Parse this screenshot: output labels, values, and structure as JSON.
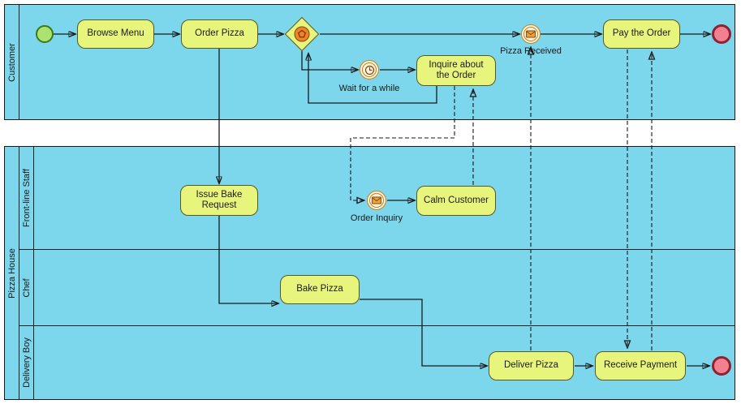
{
  "pools": {
    "customer": "Customer",
    "pizza_house": "Pizza House"
  },
  "lanes": {
    "front_line_staff": "Front-line Staff",
    "chef": "Chef",
    "delivery_boy": "Delivery Boy"
  },
  "tasks": {
    "browse_menu": "Browse Menu",
    "order_pizza": "Order Pizza",
    "pay_the_order": "Pay the Order",
    "inquire_about_the_order": "Inquire about the Order",
    "issue_bake_request": "Issue Bake Request",
    "calm_customer": "Calm Customer",
    "bake_pizza": "Bake Pizza",
    "deliver_pizza": "Deliver Pizza",
    "receive_payment": "Receive Payment"
  },
  "event_labels": {
    "pizza_received": "Pizza Received",
    "wait_for_a_while": "Wait for a while",
    "order_inquiry": "Order Inquiry"
  },
  "icons": {
    "event_gateway": "pentagon-in-circle-icon",
    "timer": "clock-icon",
    "message": "envelope-icon"
  },
  "colors": {
    "pool_fill": "#7cd6ec",
    "pool_border": "#1a1a1a",
    "task_fill": "#e8f57d",
    "task_border": "#565a22",
    "start_fill": "#abe272",
    "start_border": "#3c7a14",
    "end_fill": "#f2808f",
    "end_border": "#8e2230",
    "intermediate_fill": "#fdf3dc",
    "intermediate_border": "#c4821c",
    "gateway_icon_fill": "#ef8326",
    "icon_orange": "#f0a23a",
    "icon_dark": "#7a4a10",
    "connector": "#1a1a1a"
  }
}
